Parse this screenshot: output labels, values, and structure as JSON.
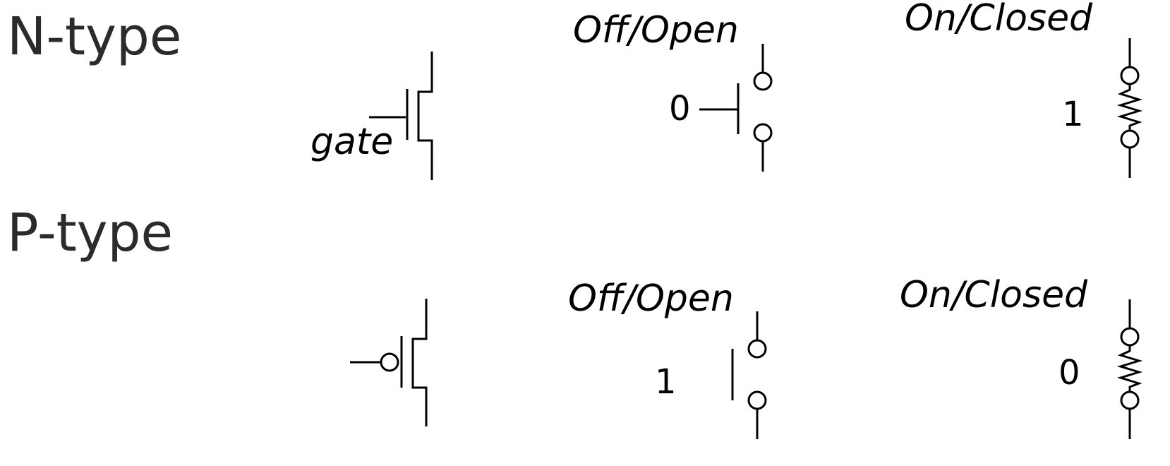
{
  "rows": {
    "n_type": {
      "title": "N-type",
      "gate_label": "gate",
      "off_caption": "Off/Open",
      "off_input": "0",
      "on_caption": "On/Closed",
      "on_input": "1"
    },
    "p_type": {
      "title": "P-type",
      "off_caption": "Off/Open",
      "off_input": "1",
      "on_caption": "On/Closed",
      "on_input": "0"
    }
  },
  "colors": {
    "title_text": "#2b2b2b",
    "line": "#000000",
    "background": "#ffffff"
  }
}
